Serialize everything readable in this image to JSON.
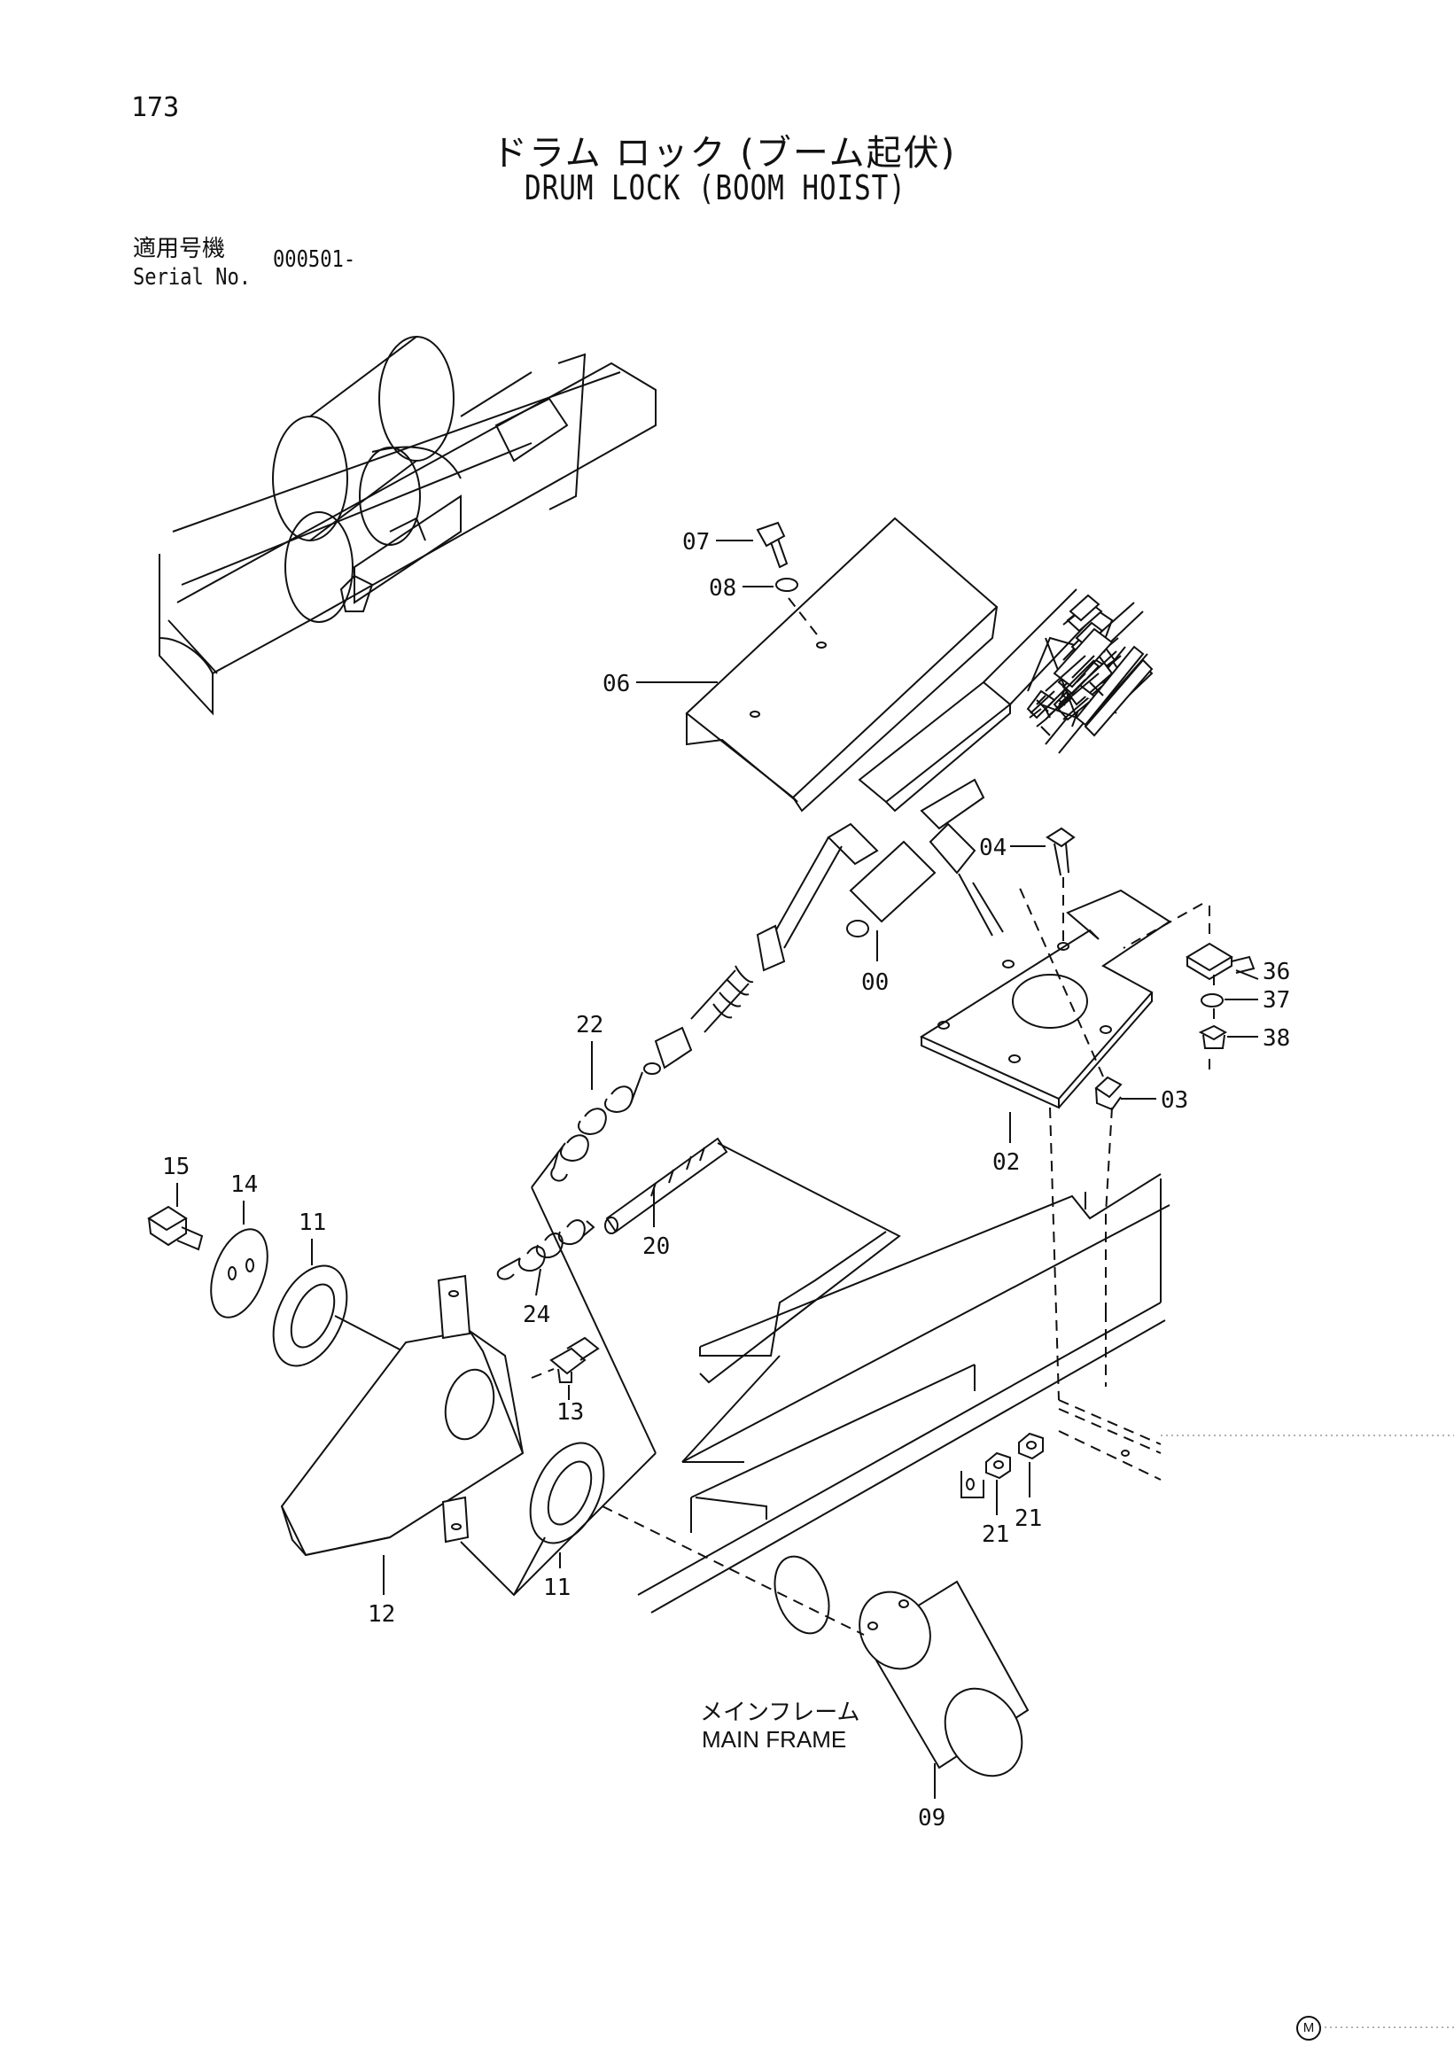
{
  "page": {
    "number": "173"
  },
  "title": {
    "japanese": "ドラム ロック (ブーム起伏)",
    "english": "DRUM LOCK (BOOM HOIST)"
  },
  "serial": {
    "label_japanese": "適用号機",
    "label_english": "Serial No.",
    "value": "000501-"
  },
  "parts": [
    {
      "id": "00"
    },
    {
      "id": "02"
    },
    {
      "id": "03"
    },
    {
      "id": "04"
    },
    {
      "id": "06"
    },
    {
      "id": "07"
    },
    {
      "id": "08"
    },
    {
      "id": "09"
    },
    {
      "id": "11"
    },
    {
      "id": "11"
    },
    {
      "id": "12"
    },
    {
      "id": "13"
    },
    {
      "id": "14"
    },
    {
      "id": "15"
    },
    {
      "id": "20"
    },
    {
      "id": "21"
    },
    {
      "id": "21"
    },
    {
      "id": "22"
    },
    {
      "id": "24"
    },
    {
      "id": "36"
    },
    {
      "id": "37"
    },
    {
      "id": "38"
    }
  ],
  "main_frame": {
    "japanese": "メインフレーム",
    "english": "MAIN FRAME"
  },
  "mark": "M"
}
